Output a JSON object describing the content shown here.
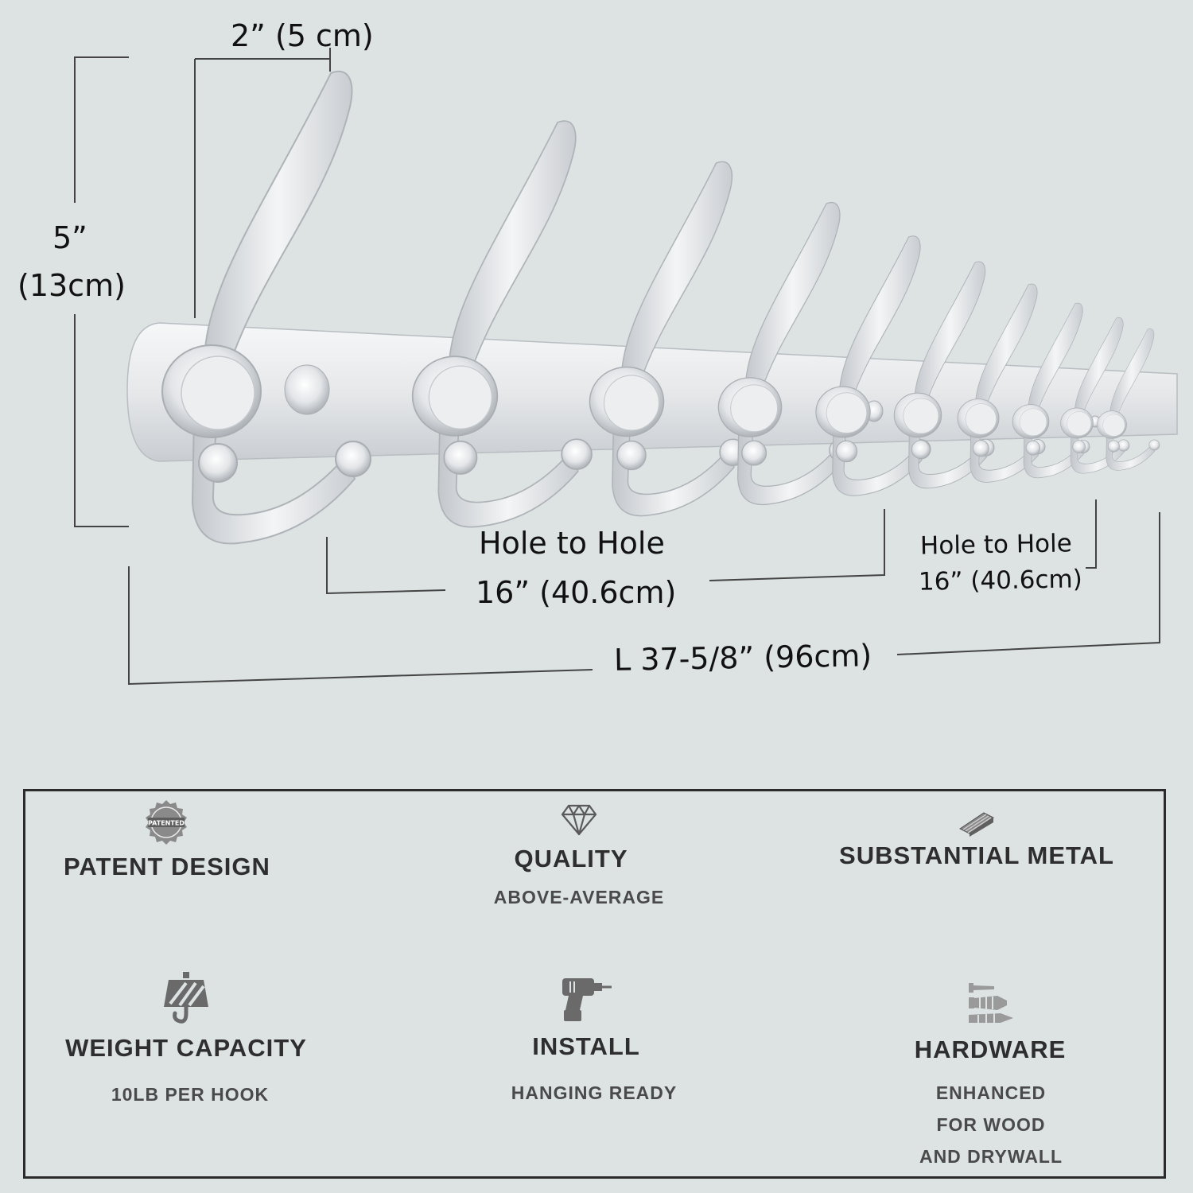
{
  "dimensions": {
    "width_top": "2” (5 cm)",
    "height_in": "5”",
    "height_cm": "(13cm)",
    "hole_to_hole_left_label": "Hole to Hole",
    "hole_to_hole_left_value": "16” (40.6cm)",
    "hole_to_hole_right_label": "Hole to Hole",
    "hole_to_hole_right_value": "16” (40.6cm)",
    "length": "L 37-5/8” (96cm)"
  },
  "product": {
    "hook_count": 10,
    "color": "#d9dcdf"
  },
  "features": [
    {
      "icon": "patent-stamp-icon",
      "title": "PATENT DESIGN",
      "subtitle": []
    },
    {
      "icon": "diamond-icon",
      "title": "QUALITY",
      "subtitle": [
        "ABOVE-AVERAGE"
      ]
    },
    {
      "icon": "metal-bars-icon",
      "title": "SUBSTANTIAL METAL",
      "subtitle": []
    },
    {
      "icon": "crane-hook-icon",
      "title": "WEIGHT CAPACITY",
      "subtitle": [
        "10LB PER HOOK"
      ]
    },
    {
      "icon": "drill-icon",
      "title": "INSTALL",
      "subtitle": [
        "HANGING READY"
      ]
    },
    {
      "icon": "screw-anchor-icon",
      "title": "HARDWARE",
      "subtitle": [
        "ENHANCED",
        "FOR WOOD",
        "AND DRYWALL"
      ]
    }
  ],
  "stamp_text": "PATENTED",
  "colors": {
    "background": "#dde3e3",
    "text": "#2e2e2e",
    "metal": "#d9dcdf"
  }
}
